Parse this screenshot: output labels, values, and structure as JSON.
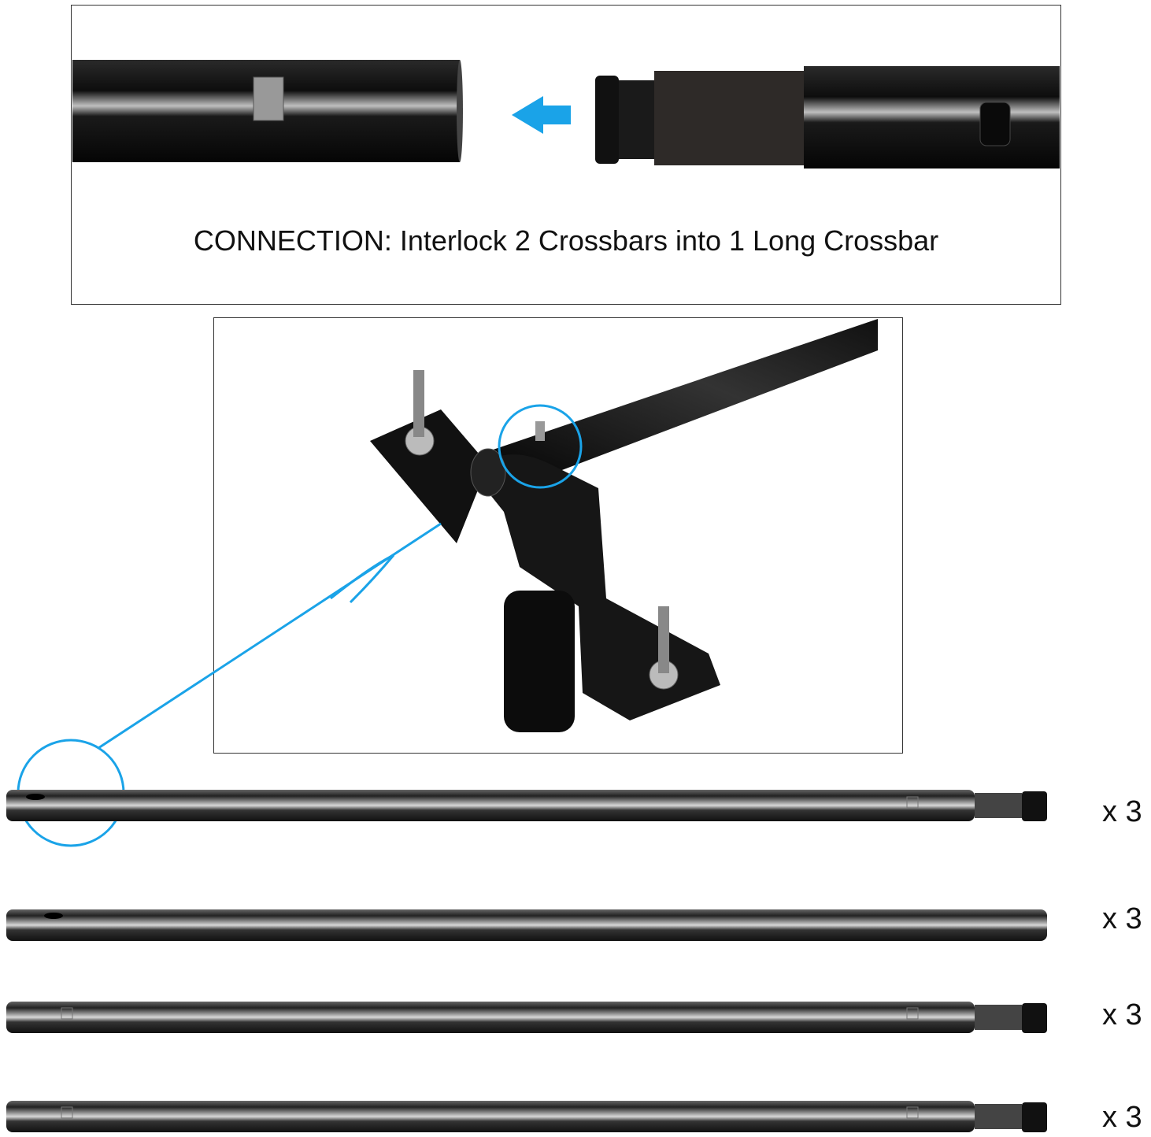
{
  "connection": {
    "caption": "CONNECTION: Interlock 2 Crossbars into 1 Long Crossbar"
  },
  "crossbars": [
    {
      "quantity_label": "x 3"
    },
    {
      "quantity_label": "x 3"
    },
    {
      "quantity_label": "x 3"
    },
    {
      "quantity_label": "x 3"
    }
  ],
  "colors": {
    "accent": "#1aa3e8",
    "tube": "#1a1a1a"
  }
}
